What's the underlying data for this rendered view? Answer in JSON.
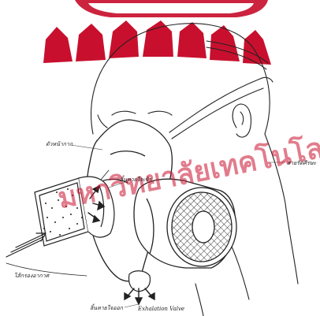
{
  "figure": {
    "labels": {
      "facepiece": "ตัวหน้ากาก",
      "inhalation_valve": "ลิ้นหายใจเข้า",
      "head_strap": "สายรัดศีรษะ",
      "filter_cartridge": "ไส้กรองอากาศ",
      "exhalation_valve": "ลิ้นหายใจออก",
      "exhalation_valve_en": "Exhalation Valve"
    },
    "watermark": {
      "text": "มหาวิทยาลัยเทคโนโลยีสุรนารี",
      "color": "#c8102e"
    },
    "colors": {
      "ink": "#222222",
      "watermark_red": "#c8102e",
      "background": "#ffffff"
    }
  }
}
